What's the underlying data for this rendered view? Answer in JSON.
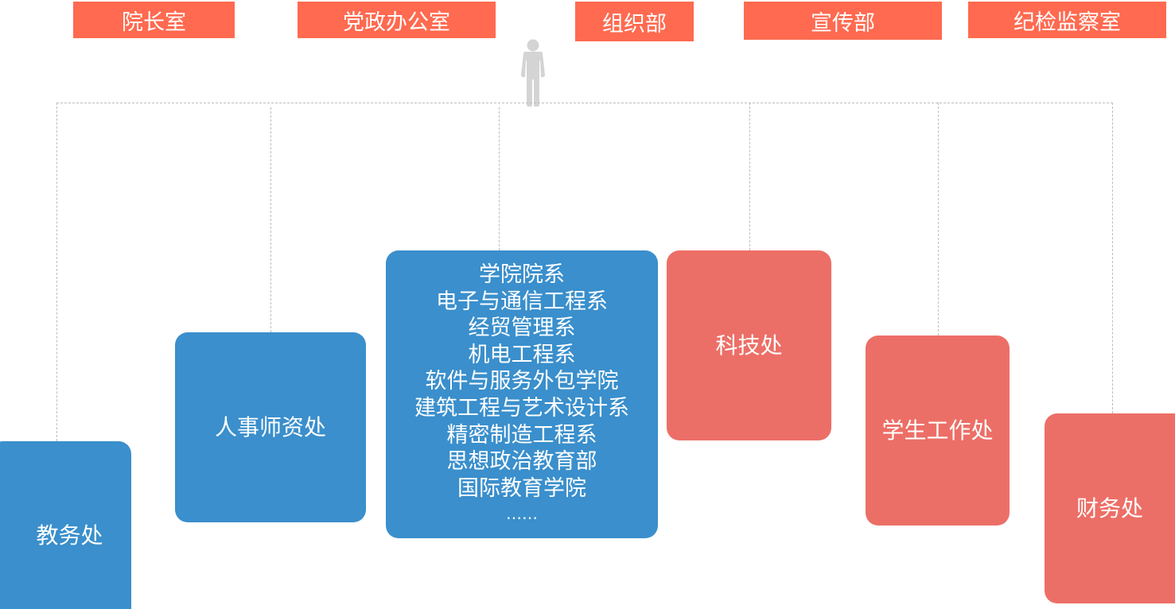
{
  "top_departments": [
    "院长室",
    "党政办公室",
    "组织部",
    "宣传部",
    "纪检监察室"
  ],
  "center_icon": "person-icon",
  "colors": {
    "top_tag": "#ff6a50",
    "blue_box": "#3a8fcc",
    "red_box": "#ec6f67",
    "connector": "#bdbdbd",
    "icon": "#d4d4d4"
  },
  "boxes": {
    "jiaowu": "教务处",
    "renshi": "人事师资处",
    "keji": "科技处",
    "xuesheng": "学生工作处",
    "caiwu": "财务处"
  },
  "departments_list": [
    "学院院系",
    "电子与通信工程系",
    "经贸管理系",
    "机电工程系",
    "软件与服务外包学院",
    "建筑工程与艺术设计系",
    "精密制造工程系",
    "思想政治教育部",
    "国际教育学院",
    "……"
  ]
}
